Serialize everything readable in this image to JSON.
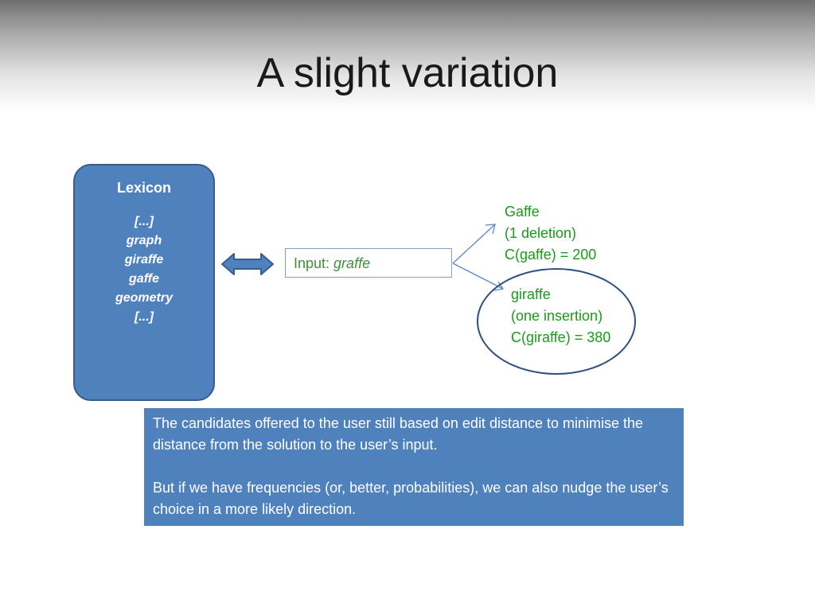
{
  "slide": {
    "title": "A slight variation"
  },
  "lexicon": {
    "title": "Lexicon",
    "items": [
      "[...]",
      "graph",
      "giraffe",
      "gaffe",
      "geometry",
      "[...]"
    ]
  },
  "input": {
    "label": "Input: ",
    "value": "graffe"
  },
  "candidates": [
    {
      "word": "Gaffe",
      "edit": "(1 deletion)",
      "count": "C(gaffe) = 200",
      "highlighted": false
    },
    {
      "word": "giraffe",
      "edit": "(one insertion)",
      "count": "C(giraffe) = 380",
      "highlighted": true
    }
  ],
  "note": {
    "paragraph_1": "The candidates offered to the user still based on edit distance to minimise the distance from the solution to the user’s input.",
    "paragraph_2": "But if we have frequencies (or, better, probabilities), we can also nudge the user’s choice in a more likely direction."
  },
  "colors": {
    "box_fill": "#4f81bd",
    "candidate_text": "#1a9a1a",
    "highlight_ellipse": "#2f4f7f"
  }
}
